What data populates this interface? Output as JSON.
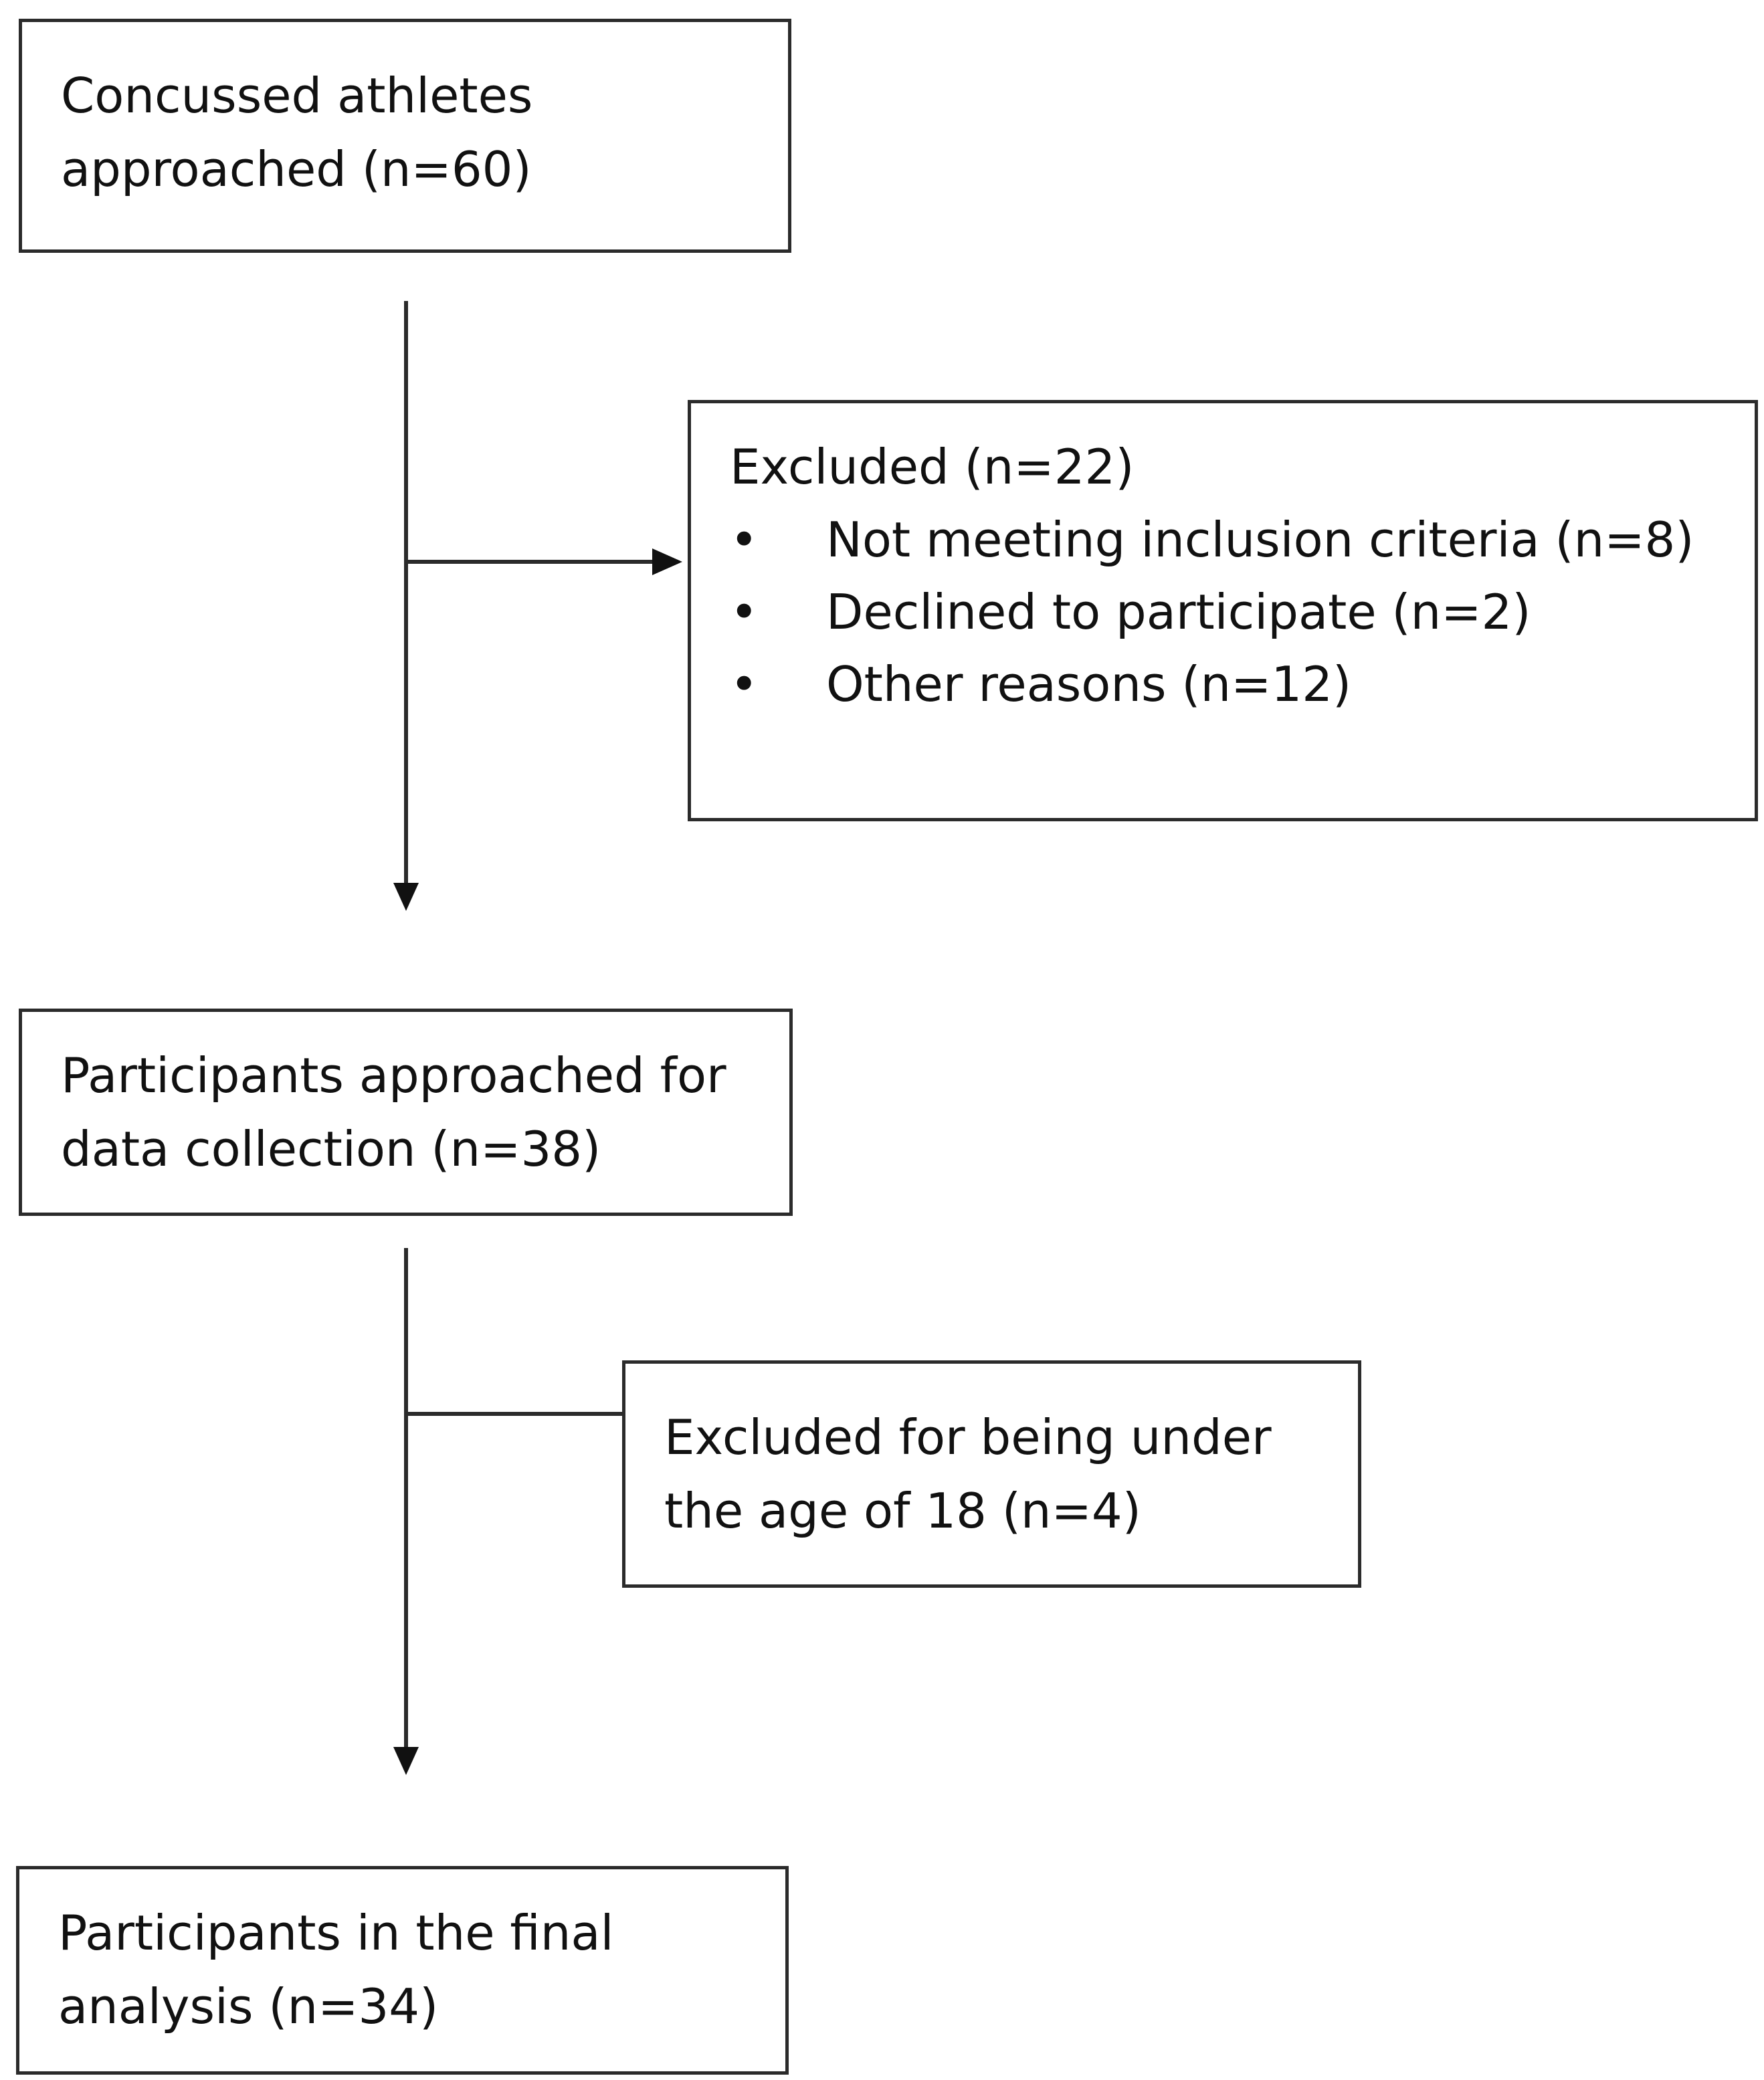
{
  "flowchart": {
    "box_approached": {
      "text": "Concussed athletes\napproached (n=60)"
    },
    "box_excluded": {
      "title": "Excluded (n=22)",
      "bullet_symbol": "•",
      "items": [
        "Not meeting inclusion criteria (n=8)",
        "Declined to participate (n=2)",
        "Other reasons (n=12)"
      ]
    },
    "box_data_collection": {
      "text": "Participants approached for\ndata collection (n=38)"
    },
    "box_under_18": {
      "text": "Excluded for being under\nthe age of 18 (n=4)"
    },
    "box_final": {
      "text": "Participants in the final\nanalysis (n=34)"
    }
  },
  "colors": {
    "border": "#2b2b2b",
    "line": "#2b2b2b",
    "text": "#111111",
    "background": "#ffffff"
  }
}
